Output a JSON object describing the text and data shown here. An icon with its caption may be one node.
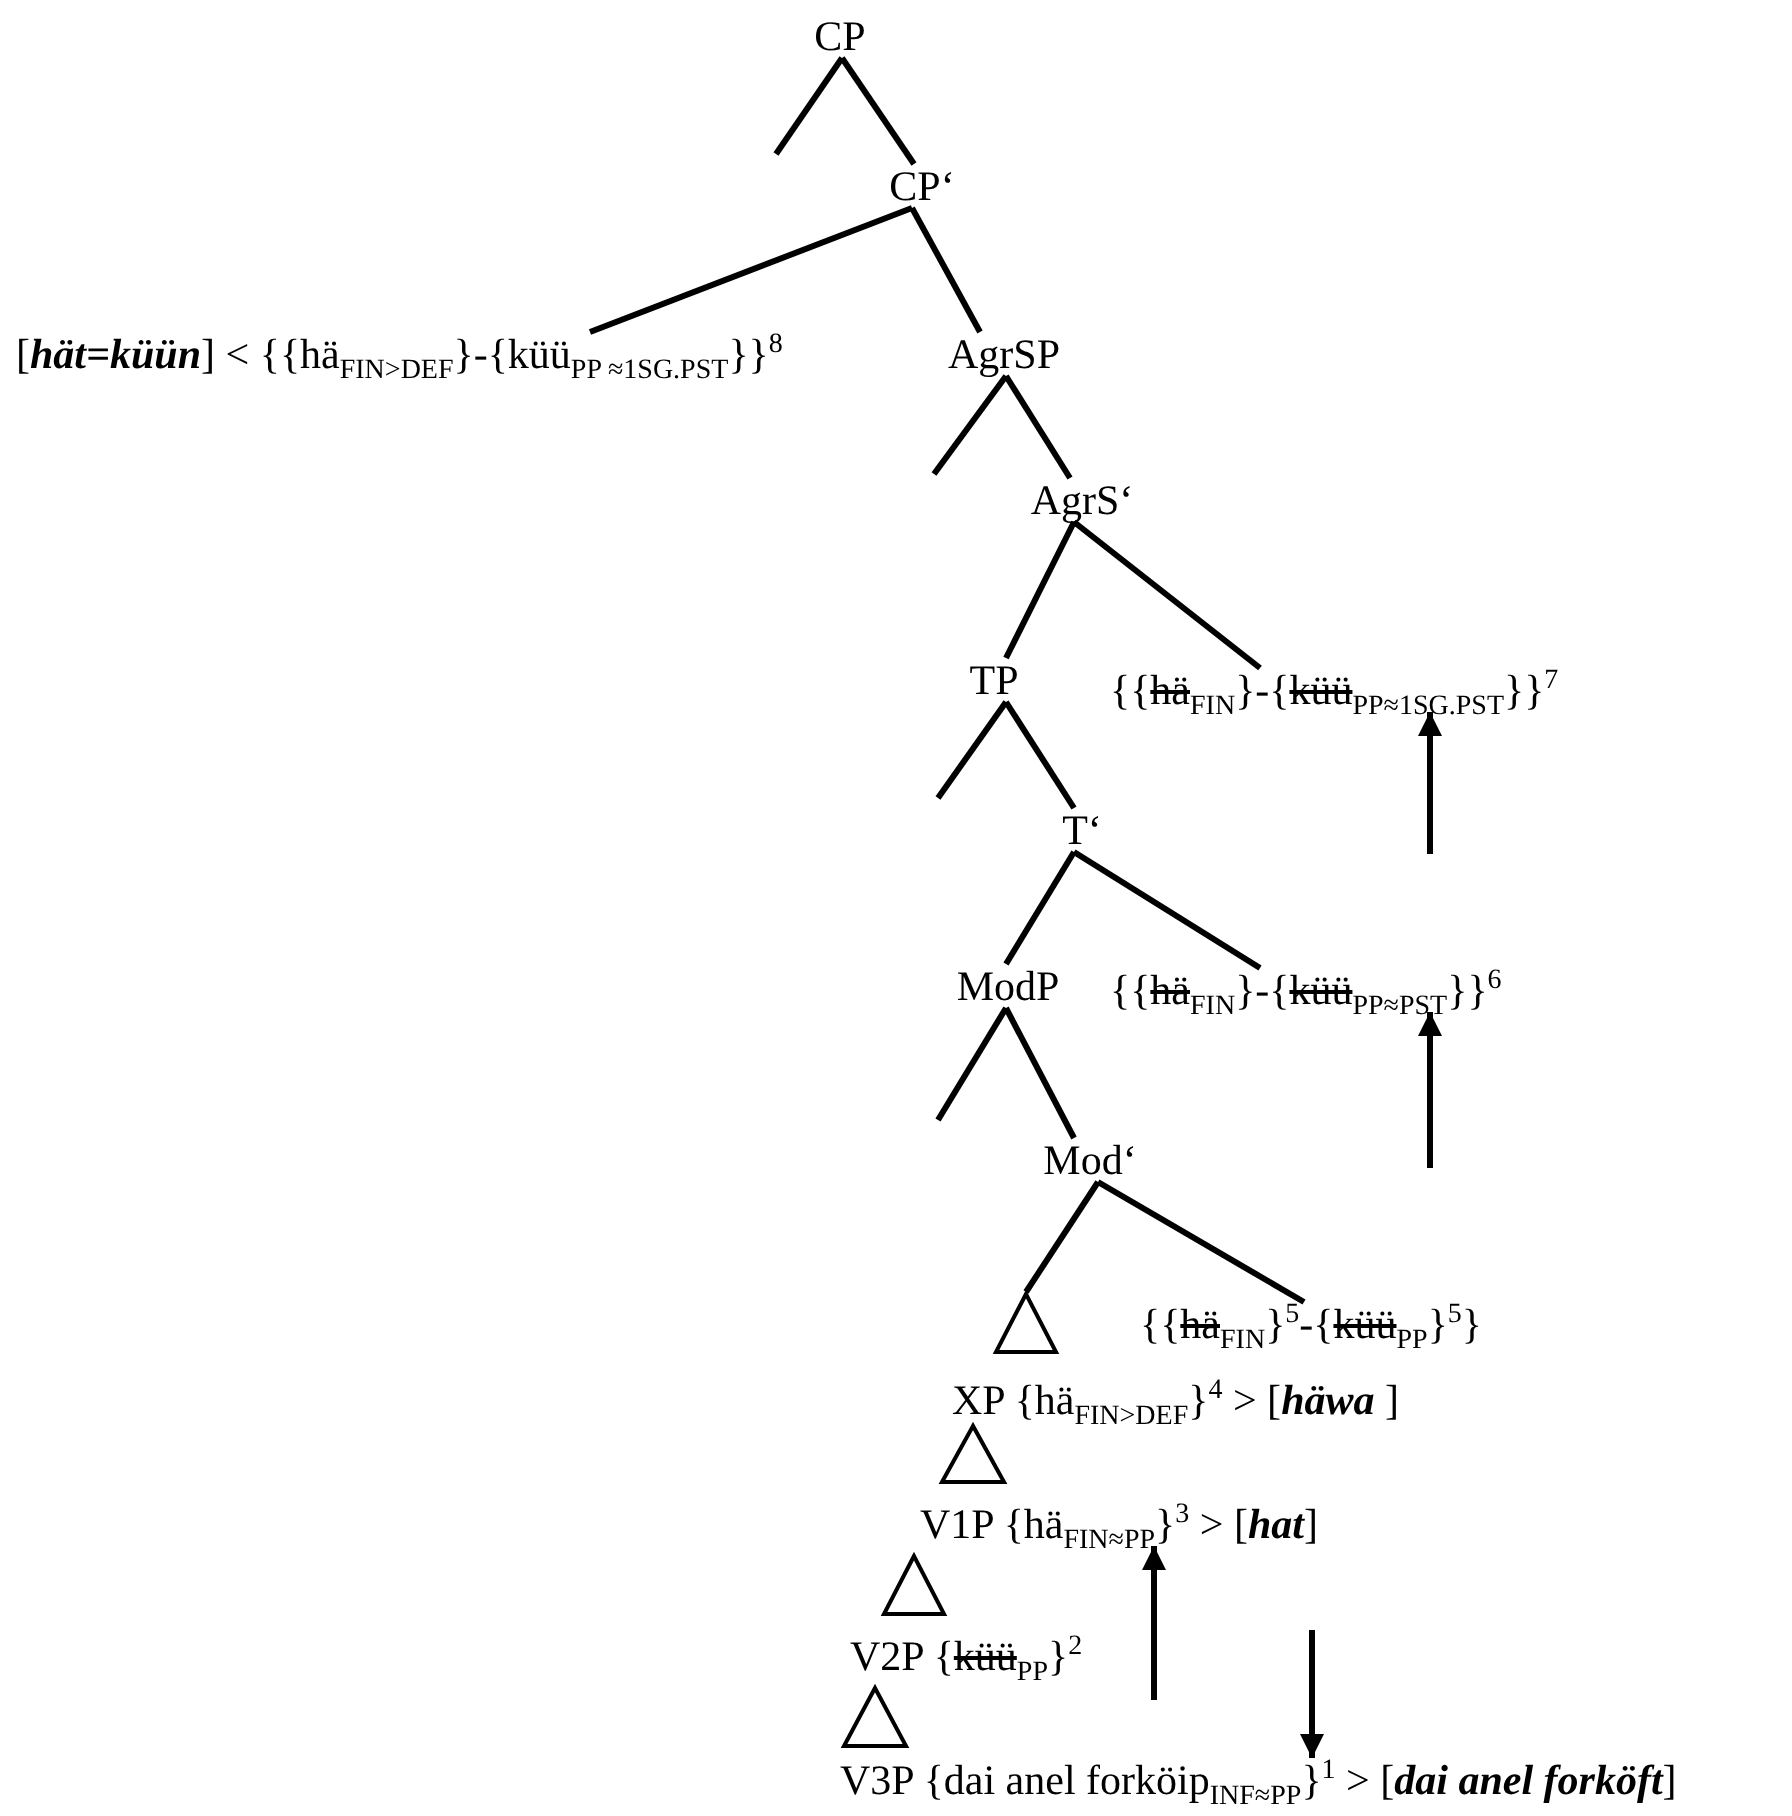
{
  "diagram": {
    "nodes": [
      {
        "text": [
          "CP"
        ]
      },
      {
        "text": [
          "CP‘"
        ]
      },
      {
        "text": [
          "[**hät=küün**] < {{hä$_{FIN>DEF}$}-{küü$_{PP ≈1SG.PST}$}}$^{8}$"
        ]
      },
      {
        "text": [
          "AgrSP"
        ]
      },
      {
        "text": [
          "AgrS‘"
        ]
      },
      {
        "text": [
          "TP"
        ]
      },
      {
        "text": [
          "{{hä$_{FIN}$}-{küü$_{PP≈1SG.PST}$}}$^{7}$"
        ]
      },
      {
        "text": [
          "T‘"
        ]
      },
      {
        "text": [
          "ModP"
        ]
      },
      {
        "text": [
          "{{hä$_{FIN}$}-{küü$_{PP≈PST}$}}$^{6}$"
        ]
      },
      {
        "text": [
          "Mod‘"
        ]
      },
      {
        "text": [],
        "shape": "triangle"
      },
      {
        "text": [
          "{{hä$_{FIN}$}$^{5}$-{küü$_{PP}$}$^{5}$}"
        ]
      },
      {
        "text": [
          "XP {hä$_{FIN>DEF}$}$^{4}$ > [**häwa** ]"
        ]
      },
      {
        "text": [],
        "shape": "triangle"
      },
      {
        "text": [
          "V1P {hä$_{FIN≈PP}$}$^{3}$ > [**hat**]"
        ]
      },
      {
        "text": [],
        "shape": "triangle"
      },
      {
        "text": [
          "V2P {küü$_{PP}$}$^{2}$"
        ]
      },
      {
        "text": [],
        "shape": "triangle"
      },
      {
        "text": [
          "V3P {dai anel forköip$_{INF≈PP}$}$^{1}$ > [**dai anel forköft**]"
        ]
      }
    ],
    "edges": [
      {
        "from": 0,
        "to": null,
        "arrow": "none"
      },
      {
        "from": 0,
        "to": 1,
        "arrow": "none"
      },
      {
        "from": 1,
        "to": 2,
        "arrow": "none"
      },
      {
        "from": 1,
        "to": 3,
        "arrow": "none"
      },
      {
        "from": 3,
        "to": null,
        "arrow": "none"
      },
      {
        "from": 3,
        "to": 4,
        "arrow": "none"
      },
      {
        "from": 4,
        "to": 5,
        "arrow": "none"
      },
      {
        "from": 4,
        "to": 6,
        "arrow": "none"
      },
      {
        "from": 5,
        "to": null,
        "arrow": "none"
      },
      {
        "from": 5,
        "to": 7,
        "arrow": "none"
      },
      {
        "from": 7,
        "to": 8,
        "arrow": "none"
      },
      {
        "from": 7,
        "to": 9,
        "arrow": "none"
      },
      {
        "from": 8,
        "to": null,
        "arrow": "none"
      },
      {
        "from": 8,
        "to": 10,
        "arrow": "none"
      },
      {
        "from": 10,
        "to": 11,
        "arrow": "none"
      },
      {
        "from": 10,
        "to": 12,
        "arrow": "none"
      },
      {
        "from": null,
        "to": 15,
        "arrow": "to"
      },
      {
        "from": null,
        "to": 19,
        "arrow": "to"
      },
      {
        "from": null,
        "to": 9,
        "arrow": "to"
      },
      {
        "from": null,
        "to": 6,
        "arrow": "to"
      }
    ]
  }
}
